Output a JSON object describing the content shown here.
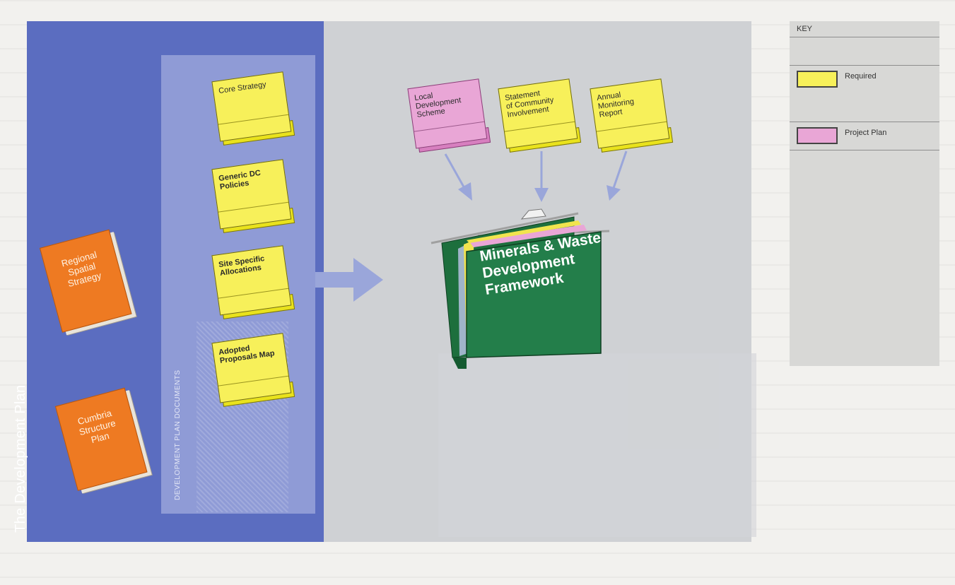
{
  "development_plan": {
    "title": "The Development Plan",
    "docs_label": "DEVELOPMENT PLAN DOCUMENTS",
    "books": [
      "Regional\nSpatial\nStrategy",
      "Cumbria\nStructure\nPlan"
    ],
    "folders": [
      "Core Strategy",
      "Generic DC\nPolicies",
      "Site Specific\nAllocations",
      "Adopted\nProposals Map"
    ]
  },
  "framework": {
    "title": "Minerals & Waste\nDevelopment\nFramework",
    "inputs": [
      "Local\nDevelopment\nScheme",
      "Statement\nof Community\nInvolvement",
      "Annual\nMonitoring\nReport"
    ]
  },
  "key": {
    "title": "KEY",
    "items": [
      {
        "label": "Required",
        "color": "#f7f05a"
      },
      {
        "label": "Project Plan",
        "color": "#e9a6d6"
      }
    ]
  },
  "colors": {
    "blue_panel": "#5b6dc0",
    "lavender_panel": "#8f9bd6",
    "book_orange": "#ee7a22",
    "framework_green": "#1f7a44",
    "arrow": "#9aa6da"
  }
}
